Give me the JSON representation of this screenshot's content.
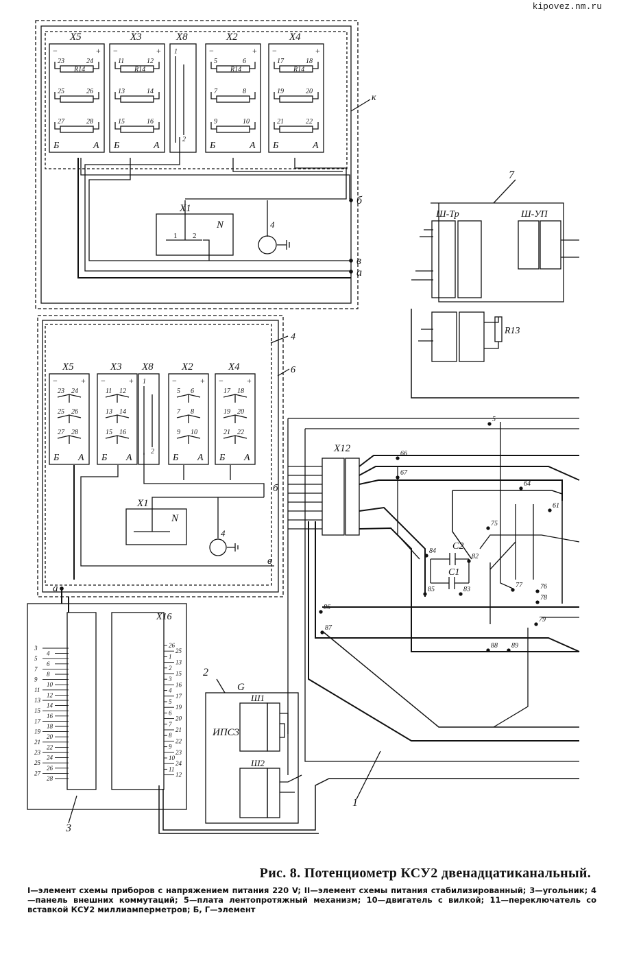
{
  "watermark": "kipovez.nm.ru",
  "caption": {
    "title": "Рис. 8. Потенциометр КСУ2 двенадцатиканальный.",
    "body": "I—элемент схемы приборов с напряжением питания 220 V; II—элемент схемы питания стабилизированный; 3—угольник; 4—панель внешних коммутаций; 5—плата лентопротяжный механизм; 10—двигатель с вилкой; 11—переключатель со вставкой КСУ2 миллиамперметров; Б, Г—элемент"
  },
  "diagram": {
    "top_block": {
      "connectors": [
        {
          "name": "X5",
          "pins": [
            "23",
            "24",
            "25",
            "26",
            "27",
            "28"
          ]
        },
        {
          "name": "X3",
          "pins": [
            "11",
            "12",
            "13",
            "14",
            "15",
            "16"
          ]
        },
        {
          "name": "X8",
          "pins": [
            "1",
            "2"
          ]
        },
        {
          "name": "X2",
          "pins": [
            "5",
            "6",
            "7",
            "8",
            "9",
            "10"
          ]
        },
        {
          "name": "X4",
          "pins": [
            "17",
            "18",
            "19",
            "20",
            "21",
            "22"
          ]
        }
      ],
      "resistor": "R14",
      "side_a": "А",
      "side_b": "Б",
      "minus": "−",
      "plus": "+",
      "x1": "X1",
      "n": "N",
      "pin1": "1",
      "pin2": "2",
      "node4": "4",
      "label_k": "к",
      "label_b": "б",
      "label_v": "в",
      "label_a": "а"
    },
    "mid_block": {
      "connectors": [
        {
          "name": "X5",
          "pins": [
            "23",
            "24",
            "25",
            "26",
            "27",
            "28"
          ]
        },
        {
          "name": "X3",
          "pins": [
            "11",
            "12",
            "13",
            "14",
            "15",
            "16"
          ]
        },
        {
          "name": "X8",
          "pins": [
            "1",
            "2"
          ]
        },
        {
          "name": "X2",
          "pins": [
            "5",
            "6",
            "7",
            "8",
            "9",
            "10"
          ]
        },
        {
          "name": "X4",
          "pins": [
            "17",
            "18",
            "19",
            "20",
            "21",
            "22"
          ]
        }
      ],
      "label_4": "4",
      "label_6": "6",
      "x1": "X1",
      "n": "N",
      "node4": "4",
      "label_b": "б",
      "label_v": "в",
      "label_a": "а"
    },
    "right_block": {
      "label_7": "7",
      "sh_tr": "Ш-Тр",
      "sh_up": "Ш-УП",
      "r13": "R13",
      "x12": "X12",
      "c1": "C1",
      "c2": "C2",
      "nodes": [
        "66",
        "67",
        "64",
        "61",
        "75",
        "84",
        "82",
        "85",
        "83",
        "77",
        "76",
        "78",
        "79",
        "86",
        "87",
        "88",
        "89",
        "5"
      ],
      "label_1": "1"
    },
    "bottom_block": {
      "x16": "X16",
      "label_3": "3",
      "label_2": "2",
      "g": "G",
      "ips": "ИПС3",
      "sh1": "Ш1",
      "sh2": "Ш2",
      "left_pins": [
        "3",
        "4",
        "5",
        "6",
        "7",
        "8",
        "9",
        "10",
        "11",
        "12",
        "13",
        "14",
        "15",
        "16",
        "17",
        "18",
        "19",
        "20",
        "21",
        "22",
        "23",
        "24",
        "25",
        "26",
        "27",
        "28"
      ],
      "right_pins": [
        "26",
        "25",
        "1",
        "13",
        "2",
        "15",
        "3",
        "16",
        "4",
        "17",
        "5",
        "19",
        "6",
        "20",
        "7",
        "21",
        "8",
        "22",
        "9",
        "23",
        "10",
        "24",
        "11",
        "12"
      ]
    }
  }
}
